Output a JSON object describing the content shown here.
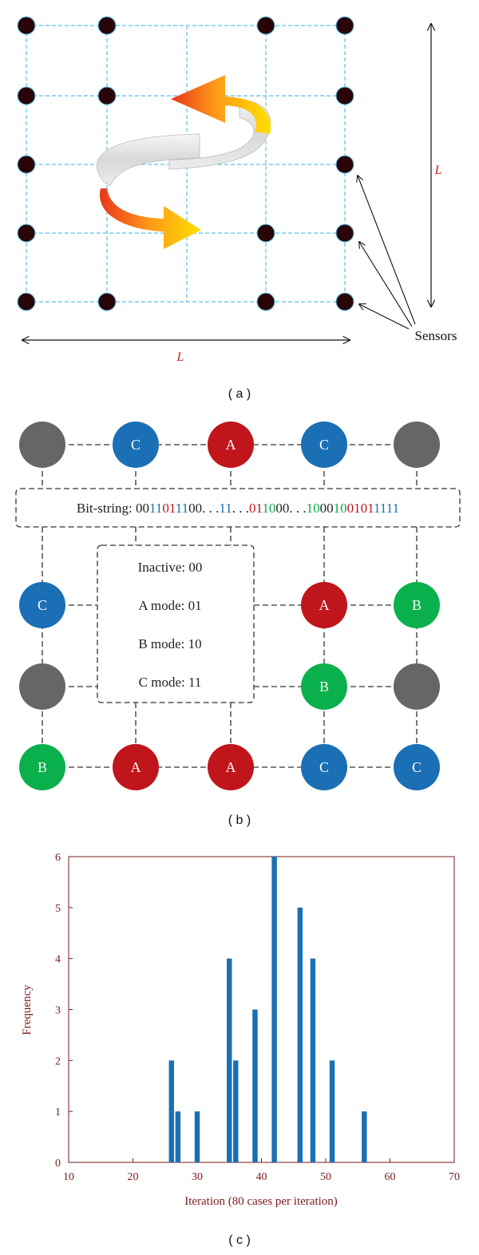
{
  "panel_a": {
    "caption": "( a )",
    "dimension_label_x": "L",
    "dimension_label_y": "L",
    "sensors_label": "Sensors",
    "colors": {
      "grid_line": "#5bc0eb",
      "sensor": "#2a0508",
      "dim_label": "#cc2222"
    }
  },
  "panel_b": {
    "caption": "( b )",
    "bitstring_prefix": "Bit-string: ",
    "bitstring_segments": [
      {
        "text": "00",
        "color": "#222222"
      },
      {
        "text": "11",
        "color": "#1a6fb5"
      },
      {
        "text": "01",
        "color": "#c0151b"
      },
      {
        "text": "11",
        "color": "#1a6fb5"
      },
      {
        "text": "00",
        "color": "#222222"
      },
      {
        "text": ". . .",
        "color": "#222222"
      },
      {
        "text": "11",
        "color": "#1a6fb5"
      },
      {
        "text": ". . .",
        "color": "#222222"
      },
      {
        "text": "01",
        "color": "#c0151b"
      },
      {
        "text": "10",
        "color": "#0aa84a"
      },
      {
        "text": "00",
        "color": "#222222"
      },
      {
        "text": ". . .",
        "color": "#222222"
      },
      {
        "text": "10",
        "color": "#0aa84a"
      },
      {
        "text": "00",
        "color": "#222222"
      },
      {
        "text": "10",
        "color": "#0aa84a"
      },
      {
        "text": "01",
        "color": "#c0151b"
      },
      {
        "text": "01",
        "color": "#c0151b"
      },
      {
        "text": "11",
        "color": "#1a6fb5"
      },
      {
        "text": "11",
        "color": "#1a6fb5"
      }
    ],
    "legend": [
      "Inactive: 00",
      "A mode: 01",
      "B mode: 10",
      "C mode: 11"
    ],
    "nodes": [
      {
        "mode": "inactive",
        "label": ""
      },
      {
        "mode": "C",
        "label": "C"
      },
      {
        "mode": "A",
        "label": "A"
      },
      {
        "mode": "C",
        "label": "C"
      },
      {
        "mode": "inactive",
        "label": ""
      },
      {
        "mode": "C",
        "label": "C"
      },
      {
        "mode": "A",
        "label": "A"
      },
      {
        "mode": "B",
        "label": "B"
      },
      {
        "mode": "inactive",
        "label": ""
      },
      {
        "mode": "B",
        "label": "B"
      },
      {
        "mode": "inactive",
        "label": ""
      },
      {
        "mode": "B",
        "label": "B"
      },
      {
        "mode": "A",
        "label": "A"
      },
      {
        "mode": "A",
        "label": "A"
      },
      {
        "mode": "C",
        "label": "C"
      },
      {
        "mode": "C",
        "label": "C"
      }
    ],
    "mode_colors": {
      "inactive": "#666666",
      "A": "#c0151b",
      "B": "#0ab04c",
      "C": "#1a6fb5"
    }
  },
  "panel_c": {
    "caption": "( c )"
  },
  "chart_data": {
    "type": "bar",
    "title": "",
    "xlabel": "Iteration (80 cases per iteration)",
    "ylabel": "Frequency",
    "xlim": [
      10,
      70
    ],
    "ylim": [
      0,
      6
    ],
    "xticks": [
      10,
      20,
      30,
      40,
      50,
      60,
      70
    ],
    "yticks": [
      0,
      1,
      2,
      3,
      4,
      5,
      6
    ],
    "x": [
      26,
      27,
      30,
      35,
      36,
      39,
      42,
      46,
      48,
      51,
      56
    ],
    "values": [
      2,
      1,
      1,
      4,
      2,
      3,
      6,
      5,
      4,
      2,
      1
    ],
    "bar_color": "#1a6fb5",
    "axis_color": "#7a1a1a"
  }
}
